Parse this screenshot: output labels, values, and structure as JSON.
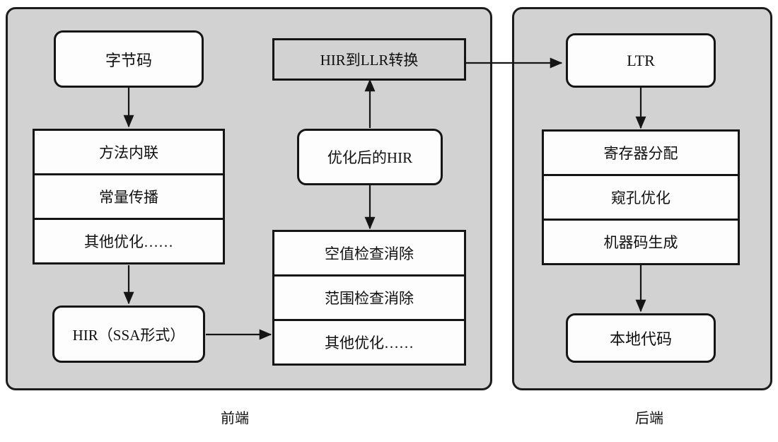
{
  "diagram": {
    "title_hidden": "",
    "background_color": "#ffffff",
    "panel_fill": "#d2d2d2",
    "node_fill": "#fdfdfd",
    "stroke_color": "#151515",
    "frontend": {
      "caption": "前端",
      "nodes": {
        "bytecode": "字节码",
        "hir_ssa": "HIR（SSA形式）",
        "hir_to_llr": "HIR到LLR转换",
        "optimized_hir": "优化后的HIR"
      },
      "opt_stack_left": [
        "方法内联",
        "常量传播",
        "其他优化……"
      ],
      "opt_stack_mid": [
        "空值检查消除",
        "范围检查消除",
        "其他优化……"
      ]
    },
    "backend": {
      "caption": "后端",
      "nodes": {
        "ltr": "LTR",
        "native_code": "本地代码"
      },
      "opt_stack_right": [
        "寄存器分配",
        "窥孔优化",
        "机器码生成"
      ]
    },
    "edges": [
      {
        "name": "bytecode-to-left-stack",
        "from": "字节码",
        "to": "方法内联"
      },
      {
        "name": "left-stack-to-hir-ssa",
        "from": "其他优化……",
        "to": "HIR（SSA形式）"
      },
      {
        "name": "hir-ssa-to-mid-stack",
        "from": "HIR（SSA形式）",
        "to": "其他优化……"
      },
      {
        "name": "mid-stack-top-from-optimized-hir",
        "from": "优化后的HIR",
        "to": "空值检查消除"
      },
      {
        "name": "optimized-hir-to-hir-to-llr",
        "from": "优化后的HIR",
        "to": "HIR到LLR转换"
      },
      {
        "name": "hir-to-llr-to-ltr",
        "from": "HIR到LLR转换",
        "to": "LTR"
      },
      {
        "name": "ltr-to-right-stack",
        "from": "LTR",
        "to": "寄存器分配"
      },
      {
        "name": "right-stack-to-native-code",
        "from": "机器码生成",
        "to": "本地代码"
      }
    ]
  }
}
